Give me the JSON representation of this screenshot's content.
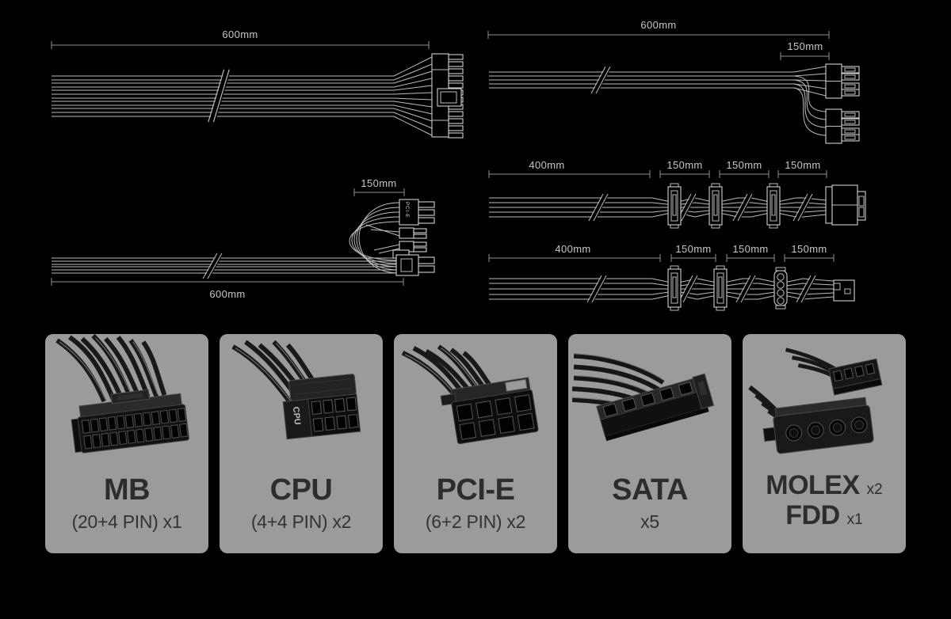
{
  "diagrams": {
    "mb_cable": {
      "segments": [
        "600mm"
      ]
    },
    "cpu_cable": {
      "segments": [
        "600mm",
        "150mm"
      ]
    },
    "pcie_cable": {
      "segments": [
        "600mm",
        "150mm"
      ],
      "connector_label": "PCI-E"
    },
    "sata_cable": {
      "segments": [
        "400mm",
        "150mm",
        "150mm",
        "150mm"
      ]
    },
    "molex_fdd_cable": {
      "segments": [
        "400mm",
        "150mm",
        "150mm",
        "150mm"
      ]
    }
  },
  "cards": [
    {
      "title": "MB",
      "subtitle": "(20+4 PIN) x1"
    },
    {
      "title": "CPU",
      "subtitle": "(4+4 PIN) x2"
    },
    {
      "title": "PCI-E",
      "subtitle": "(6+2 PIN) x2"
    },
    {
      "title": "SATA",
      "subtitle": "x5"
    },
    {
      "title": "MOLEX",
      "lines": [
        {
          "label": "MOLEX",
          "qty": "x2"
        },
        {
          "label": "FDD",
          "qty": "x1"
        }
      ]
    }
  ],
  "colors": {
    "background": "#000000",
    "diagram_line": "#bdbdbd",
    "dimension_line": "#8f8f8f",
    "card_background": "#9b9b9b",
    "card_text": "#2d2d2d"
  }
}
